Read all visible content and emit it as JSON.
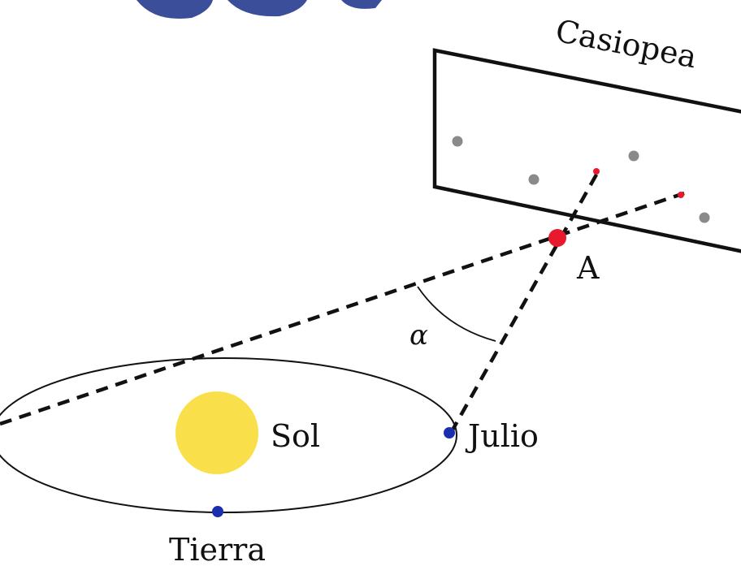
{
  "labels": {
    "constellation": "Casiopea",
    "point_a": "A",
    "angle": "α",
    "sun": "Sol",
    "july": "Julio",
    "earth": "Tierra"
  },
  "colors": {
    "sun": "#f9e04a",
    "earth_dot": "#1a2fb0",
    "star_gray": "#8a8a8a",
    "star_red": "#e8192c",
    "line": "#111111",
    "header_bar": "#3b4e9a"
  }
}
